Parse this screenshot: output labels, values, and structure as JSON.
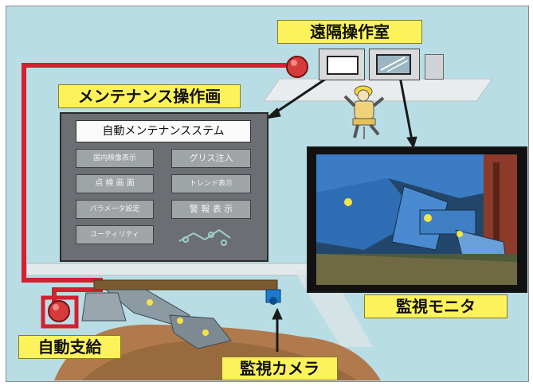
{
  "labels": {
    "remote_room": "遠隔操作室",
    "maintenance_screen": "メンテナンス操作画",
    "auto_supply": "自動支給",
    "monitor": "監視モニタ",
    "camera": "監視カメラ"
  },
  "panel": {
    "title": "自動メンテナンスステム",
    "buttons": [
      "国内映像表示",
      "グリス注入",
      "点 検 画 面",
      "トレンド表示",
      "パラメータ設定",
      "警 報 表 示",
      "ユーティリティ"
    ]
  },
  "colors": {
    "background": "#b9dde4",
    "label_fill": "#fcf35c",
    "pipe": "#d4202f",
    "panel": "#6b6f73"
  }
}
